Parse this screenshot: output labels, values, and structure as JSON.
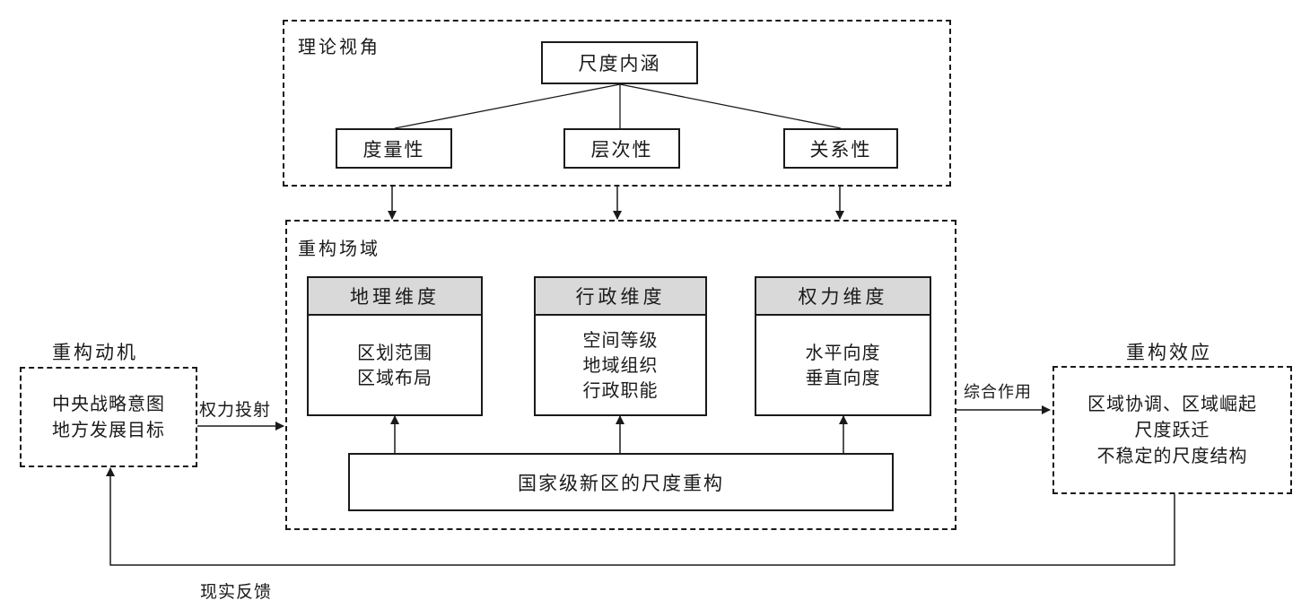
{
  "theory": {
    "title": "理论视角",
    "root": "尺度内涵",
    "children": [
      "度量性",
      "层次性",
      "关系性"
    ]
  },
  "field": {
    "title": "重构场域",
    "dimensions": [
      {
        "title": "地理维度",
        "items": [
          "区划范围",
          "区域布局"
        ]
      },
      {
        "title": "行政维度",
        "items": [
          "空间等级",
          "地域组织",
          "行政职能"
        ]
      },
      {
        "title": "权力维度",
        "items": [
          "水平向度",
          "垂直向度"
        ]
      }
    ],
    "base": "国家级新区的尺度重构"
  },
  "motive": {
    "title": "重构动机",
    "items": [
      "中央战略意图",
      "地方发展目标"
    ]
  },
  "effect": {
    "title": "重构效应",
    "items": [
      "区域协调、区域崛起",
      "尺度跃迁",
      "不稳定的尺度结构"
    ]
  },
  "arrows": {
    "power_projection": "权力投射",
    "combined_effect": "综合作用",
    "feedback": "现实反馈"
  }
}
